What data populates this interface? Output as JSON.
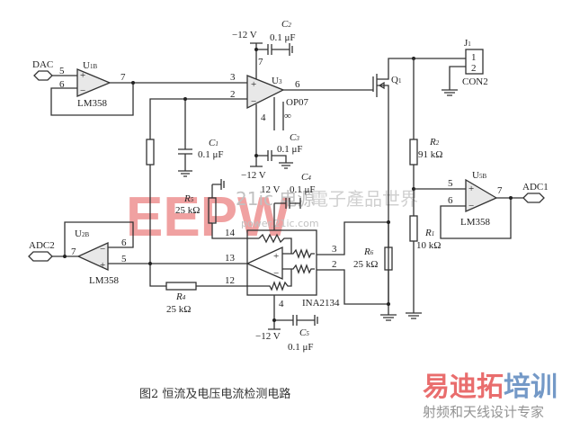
{
  "signals": {
    "dac": "DAC",
    "adc1": "ADC1",
    "adc2": "ADC2"
  },
  "u1b": {
    "ref": "U",
    "sub": "1B",
    "part": "LM358",
    "pin_in_p": "5",
    "pin_in_n": "6",
    "pin_out": "7"
  },
  "u2b": {
    "ref": "U",
    "sub": "2B",
    "part": "LM358",
    "pin_in_p": "5",
    "pin_in_n": "6",
    "pin_out": "7"
  },
  "u5b": {
    "ref": "U",
    "sub": "5B",
    "part": "LM358",
    "pin_in_p": "5",
    "pin_in_n": "6",
    "pin_out": "7"
  },
  "u3": {
    "ref": "U",
    "sub": "3",
    "part": "OP07",
    "pin_in_p": "3",
    "pin_in_n": "2",
    "pin_out": "6",
    "pin_vp": "7",
    "pin_vn": "4",
    "null": "∞"
  },
  "u4": {
    "part": "INA2134",
    "pins": [
      "14",
      "13",
      "12",
      "3",
      "2"
    ],
    "pin_sup": "4"
  },
  "q1": {
    "ref": "Q",
    "sub": "1"
  },
  "j1": {
    "ref": "J",
    "sub": "1",
    "part": "CON2",
    "pins": [
      "1",
      "2"
    ]
  },
  "supplies": {
    "u3_top": "−12  V",
    "u3_bottom": "−12  V",
    "u4_top": "12  V",
    "u4_bottom": "−12  V"
  },
  "capacitors": [
    {
      "ref": "C",
      "sub": "1",
      "value": "0.1  μF"
    },
    {
      "ref": "C",
      "sub": "2",
      "value": "0.1  μF"
    },
    {
      "ref": "C",
      "sub": "3",
      "value": "0.1  μF"
    },
    {
      "ref": "C",
      "sub": "4",
      "value": "0.1  μF"
    },
    {
      "ref": "C",
      "sub": "5",
      "value": "0.1  μF"
    }
  ],
  "resistors": [
    {
      "ref": "R",
      "sub": "1",
      "value": "10  kΩ"
    },
    {
      "ref": "R",
      "sub": "2",
      "value": "91  kΩ"
    },
    {
      "ref": "R",
      "sub": "4",
      "value": "25  kΩ"
    },
    {
      "ref": "R",
      "sub": "5",
      "value": "25  kΩ"
    },
    {
      "ref": "R",
      "sub": "6",
      "value": "25  kΩ"
    }
  ],
  "caption": "图2   恒流及电压电流检测电路",
  "watermarks": {
    "eepw": "EEPW",
    "site_cn": "21ic 电源",
    "site_url": "power.21ic.com",
    "cn_world": "電子產品世界",
    ".com": ".com.cn",
    "logo_main_a": "易迪拓",
    "logo_main_b": "培训",
    "logo_sub": "射频和天线设计专家"
  },
  "colors": {
    "watermark_red": "#e03030",
    "watermark_blue": "#3a6fb0"
  }
}
